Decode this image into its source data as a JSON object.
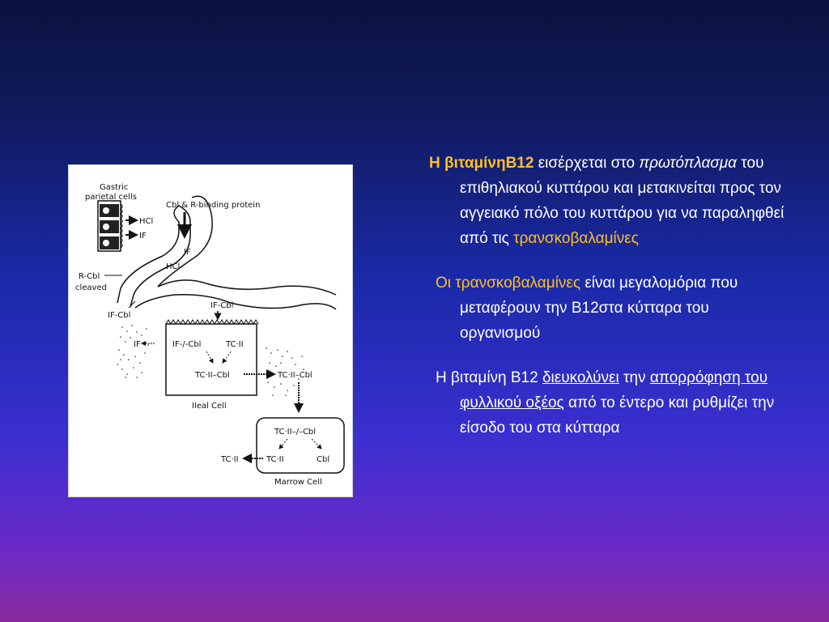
{
  "diagram": {
    "labels": {
      "gastric": "Gastric",
      "parietal": "parietal cells",
      "cbl_rbinding": "Cbl & R-binding protein",
      "hcl_out": "HCl",
      "if_out": "IF",
      "if_lumen": "IF",
      "hcl_lumen": "HCl",
      "r_cbl": "R-Cbl",
      "cleaved": "cleaved",
      "if_cbl_lumen": "IF-Cbl",
      "if_cbl_top": "IF-Cbl",
      "if_left": "IF",
      "if_cbl_inner": "IF-/-Cbl",
      "tc_ii": "TC·II",
      "tc_ii_cbl": "TC·II–Cbl",
      "tc_ii_cbl_out": "TC·II–Cbl",
      "ileal_cell": "Ileal Cell",
      "tc_ii_cbl_marrow": "TC·II–/–Cbl",
      "tc_ii_marrow": "TC·II",
      "cbl_marrow": "Cbl",
      "tc_ii_out": "TC·II",
      "marrow_cell": "Marrow Cell"
    }
  },
  "text": {
    "p1_bold": "Η βιταμίνηΒ12",
    "p1_a": " εισέρχεται στο ",
    "p1_italic": "πρωτόπλασμα",
    "p1_b": " του επιθηλιακού κυττάρου και μετακινείται προς τον αγγειακό πόλο του κυττάρου για να παραληφθεί από τις ",
    "p1_hl": "τρανσκοβαλαμίνες",
    "p2_hl": "Οι τρανσκοβαλαμίνες",
    "p2_rest": " είναι μεγαλομόρια που μεταφέρουν την Β12στα κύτταρα του οργανισμού",
    "p3_a": "Η βιταμίνη Β12 ",
    "p3_ul1": "διευκολύνει",
    "p3_b": " την ",
    "p3_ul2": "απορρόφηση του φυλλικού οξέος",
    "p3_c": " από το έντερο και ρυθμίζει την είσοδο του στα κύτταρα"
  }
}
